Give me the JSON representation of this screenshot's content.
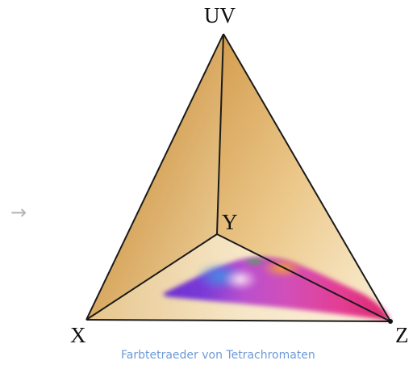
{
  "labels": {
    "uv": "UV",
    "y": "Y",
    "x": "X",
    "z": "Z"
  },
  "arrow": "→",
  "caption": "Farbtetraeder von Tetrachromaten",
  "colors": {
    "face_gold": "#d4a55a",
    "face_light": "#f4e3c1",
    "edge": "#1a1a1a",
    "caption": "#6d9ad8"
  }
}
